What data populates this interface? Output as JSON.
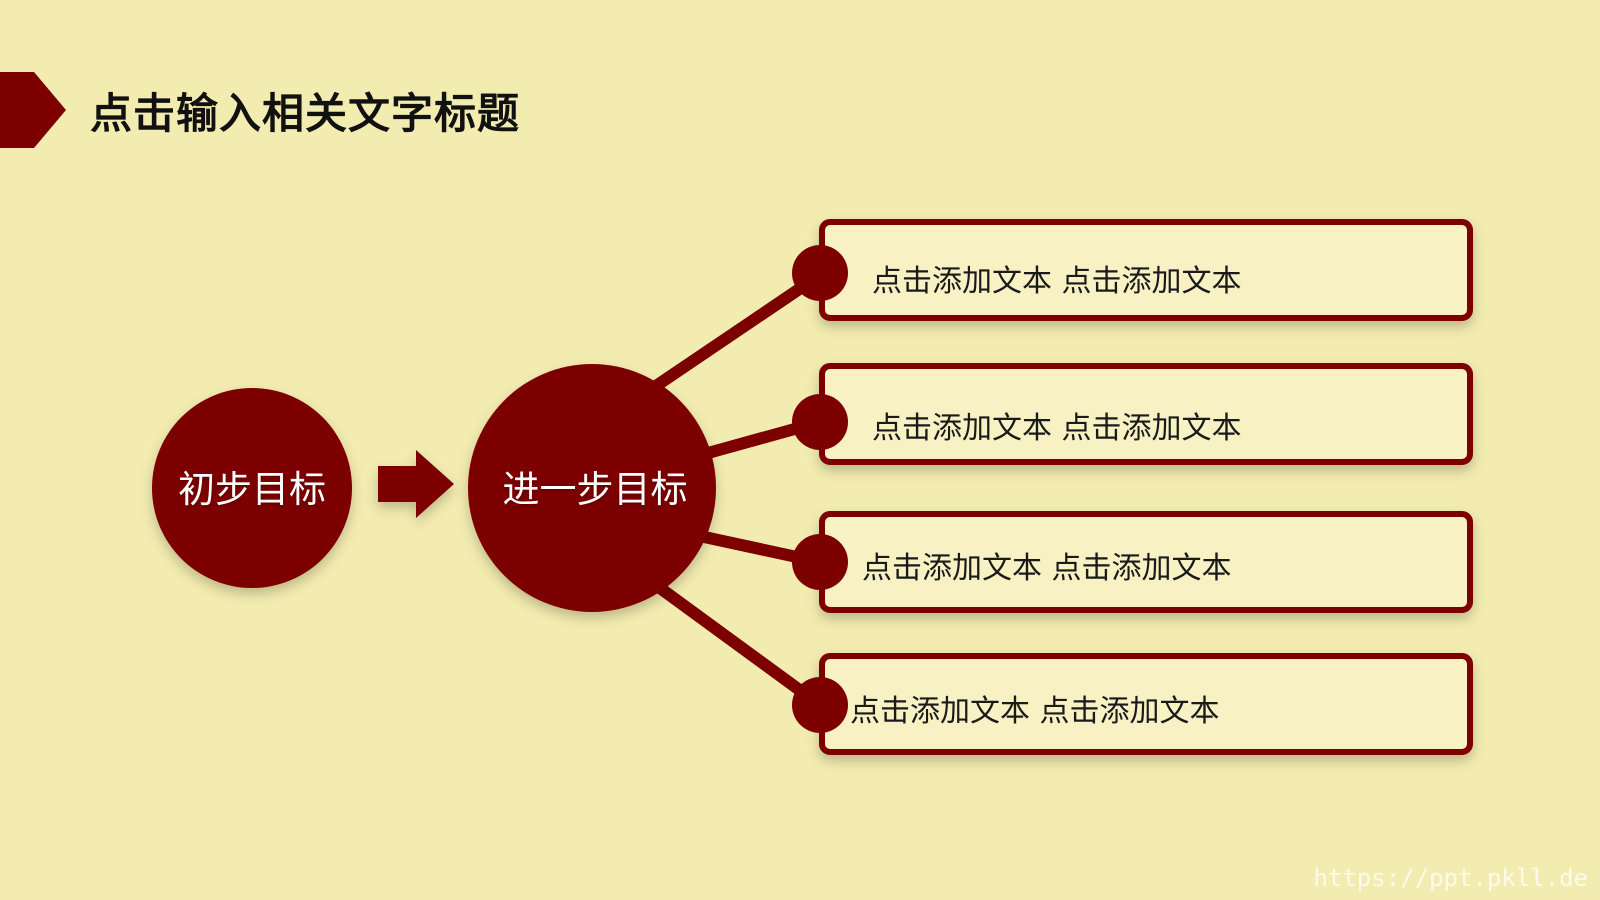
{
  "page_title": "点击输入相关文字标题",
  "colors": {
    "background": "#f3ecb0",
    "accent": "#7d0000",
    "box_fill": "#f7f1c4"
  },
  "nodes": {
    "initial_goal": "初步目标",
    "further_goal": "进一步目标"
  },
  "items": [
    {
      "text": "点击添加文本 点击添加文本"
    },
    {
      "text": "点击添加文本 点击添加文本"
    },
    {
      "text": "点击添加文本 点击添加文本"
    },
    {
      "text": "点击添加文本 点击添加文本"
    }
  ],
  "watermark": "https://ppt.pkll.de"
}
